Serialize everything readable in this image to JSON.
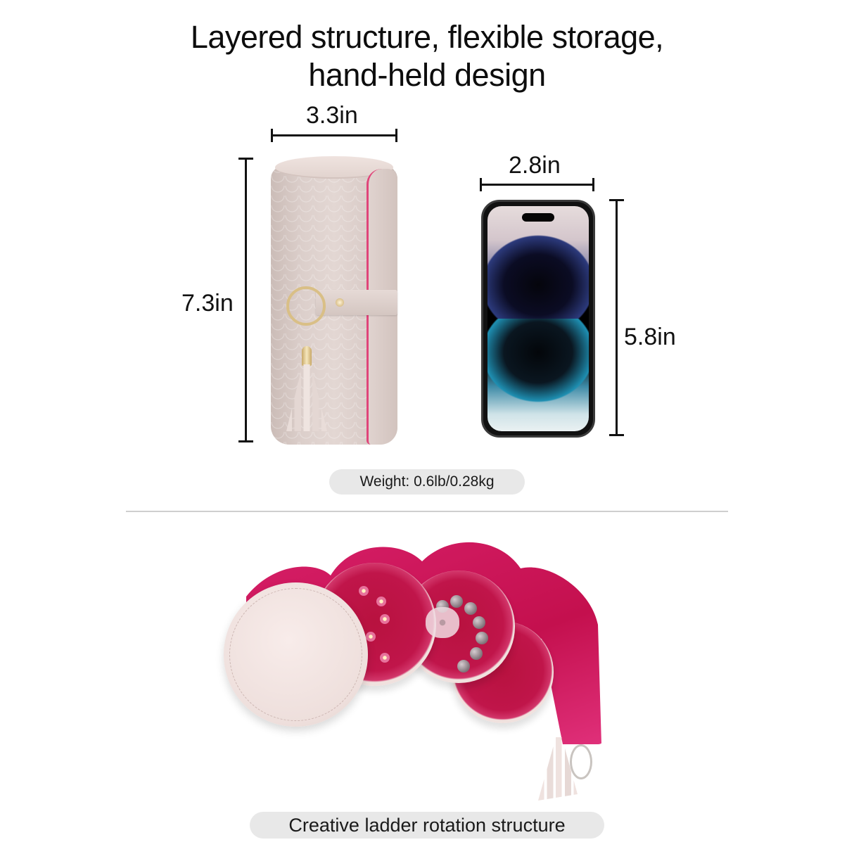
{
  "header": {
    "title_line1": "Layered structure, flexible storage,",
    "title_line2": "hand-held design"
  },
  "product_case": {
    "width_label": "3.3in",
    "height_label": "7.3in",
    "colors": {
      "leather": "#dccfcb",
      "lining_edge": "#e0457a",
      "hardware": "#d9bf86"
    }
  },
  "phone": {
    "width_label": "2.8in",
    "height_label": "5.8in"
  },
  "weight": {
    "label": "Weight: 0.6lb/0.28kg"
  },
  "divider": {
    "color": "#cfcfcf"
  },
  "open_view": {
    "caption": "Creative ladder rotation structure",
    "colors": {
      "lining": "#c4104e",
      "exterior": "#efe2df"
    }
  },
  "pill_background": "#e8e8e8"
}
